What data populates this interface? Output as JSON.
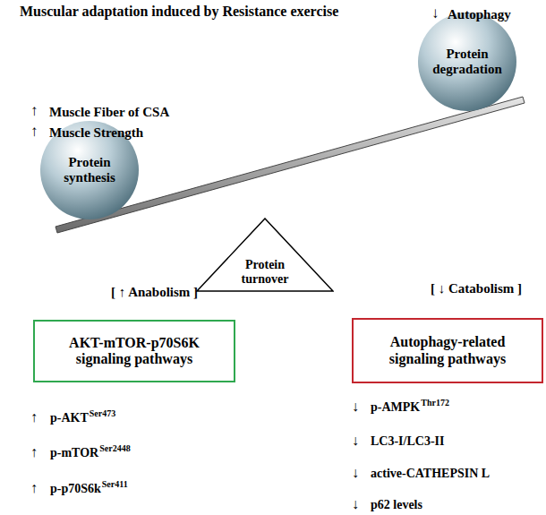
{
  "diagram": {
    "title": "Muscular adaptation induced by Resistance exercise",
    "nodes": [
      {
        "text": [
          "Protein synthesis"
        ]
      },
      {
        "text": [
          "Protein degradation"
        ]
      },
      {
        "text": [
          "Protein turnover"
        ]
      },
      {
        "text": [
          "AKT-mTOR-p70S6K signaling pathways"
        ]
      },
      {
        "text": [
          "Autophagy-related signaling pathways"
        ]
      }
    ],
    "labels": [
      "↓",
      "Autophagy",
      "↑",
      "Muscle Fiber of CSA",
      "↑",
      "Muscle Strength",
      "[ ↑ Anabolism ]",
      "[ ↓ Catabolism ]",
      "↑",
      "p-AKT",
      "Ser473",
      "↑",
      "p-mTOR",
      "Ser2448",
      "↑",
      "p-p70S6k",
      "Ser411",
      "↓",
      "p-AMPK",
      "Thr172",
      "↓",
      "LC3-I/LC3-II",
      "↓",
      "active-CATHEPSIN L",
      "↓",
      "p62 levels"
    ]
  }
}
